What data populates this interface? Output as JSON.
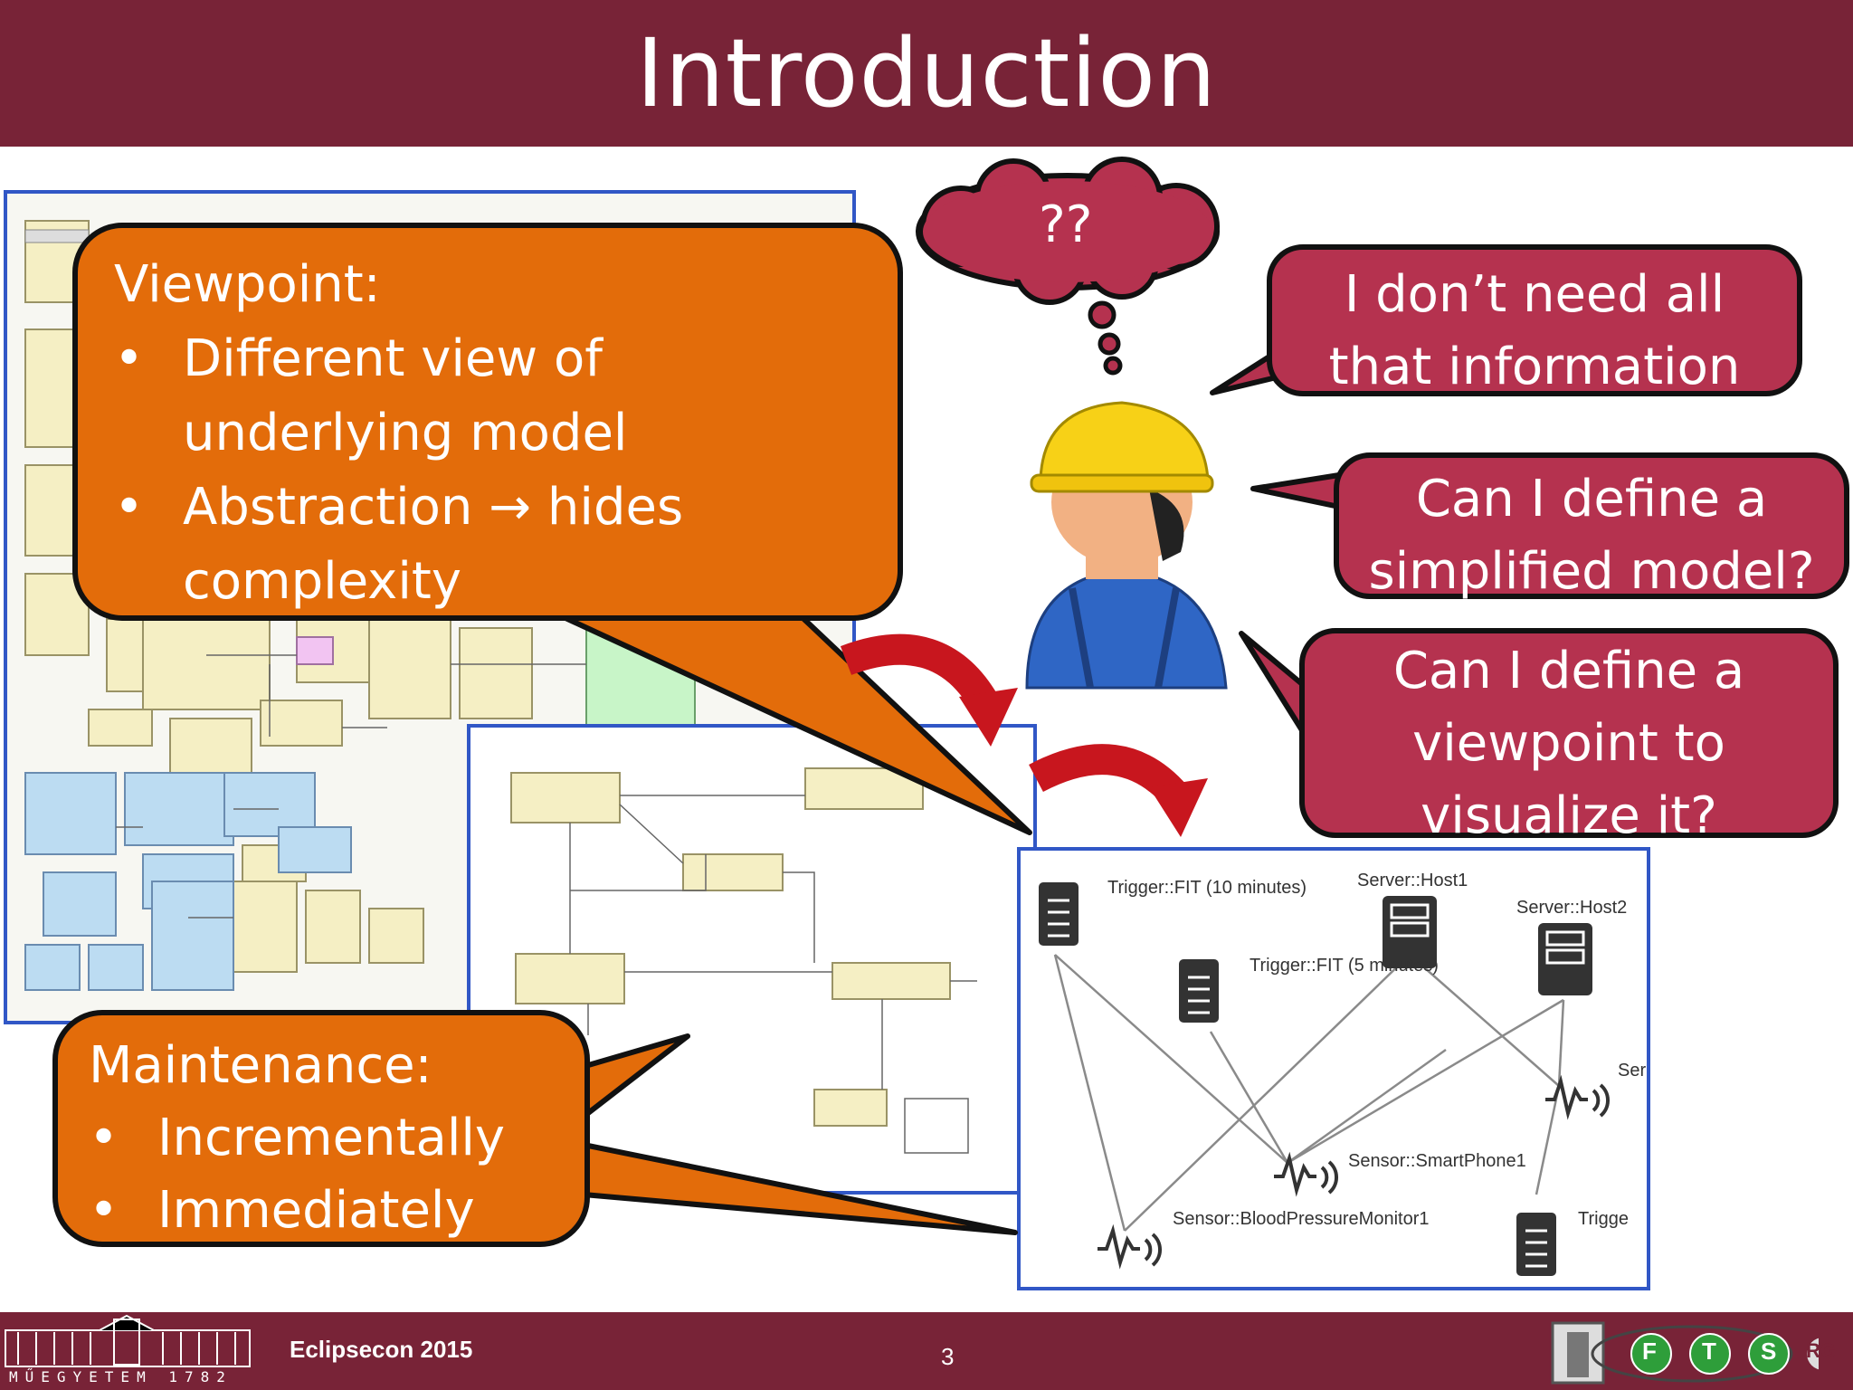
{
  "title": "Introduction",
  "thought": "??",
  "callouts": {
    "viewpoint": {
      "heading": "Viewpoint:",
      "bullets": [
        "Different view of underlying model",
        "Abstraction → hides complexity"
      ]
    },
    "maintenance": {
      "heading": "Maintenance:",
      "bullets": [
        "Incrementally",
        "Immediately"
      ]
    }
  },
  "questions": [
    "I don’t need all that information",
    "Can I define a simplified model?",
    "Can I define a viewpoint to visualize it?"
  ],
  "graph": {
    "labels": [
      "Trigger::FIT (10 minutes)",
      "Server::Host1",
      "Server::Host2",
      "Trigger::FIT (5 minutes)",
      "Ser",
      "Sensor::SmartPhone1",
      "Sensor::BloodPressureMonitor1",
      "Trigge"
    ]
  },
  "footer": {
    "conference": "Eclipsecon 2015",
    "page": "3",
    "university": "MŰEGYETEM 1782",
    "logo_letters": [
      "F",
      "T",
      "S",
      "RG"
    ]
  },
  "colors": {
    "header": "#782337",
    "orange": "#e36c0a",
    "crimson": "#b5324f",
    "frame_blue": "#3157c6"
  }
}
